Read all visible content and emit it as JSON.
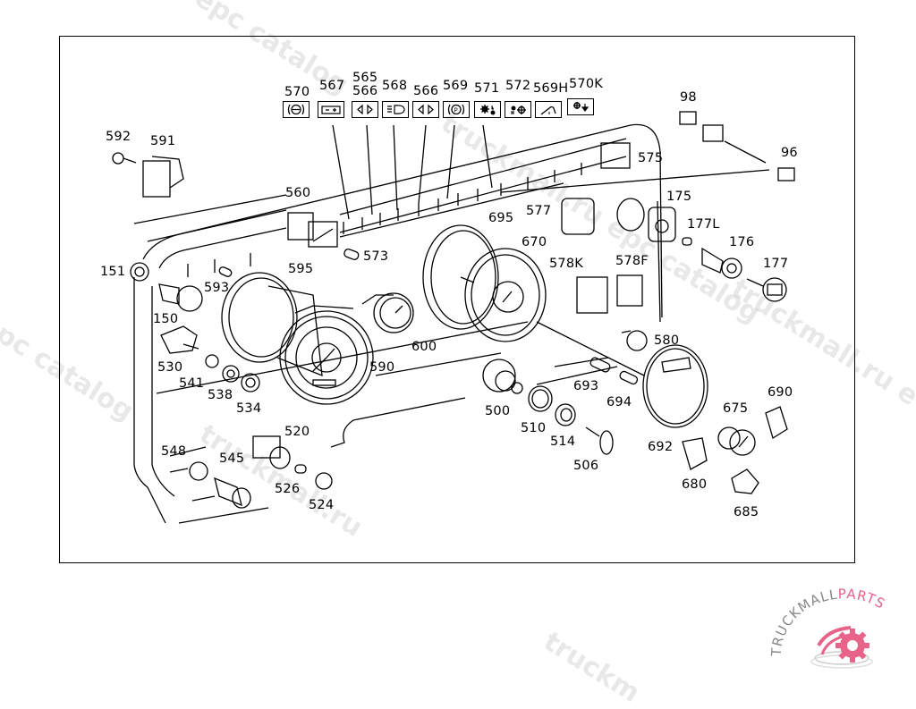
{
  "diagram": {
    "title": "Instrument panel exploded view",
    "symbol_row": [
      {
        "labels": [
          "570"
        ],
        "icon": "brake-circle-icon"
      },
      {
        "labels": [
          "567"
        ],
        "icon": "battery-icon"
      },
      {
        "labels": [
          "565",
          "566"
        ],
        "icon": "turn-signal-icon"
      },
      {
        "labels": [
          "568"
        ],
        "icon": "high-beam-icon"
      },
      {
        "labels": [
          "566"
        ],
        "icon": "turn-signal-icon"
      },
      {
        "labels": [
          "569"
        ],
        "icon": "parking-brake-icon"
      },
      {
        "labels": [
          "571"
        ],
        "icon": "gear-low-icon"
      },
      {
        "labels": [
          "572"
        ],
        "icon": "gear-high-icon"
      },
      {
        "labels": [
          "569H"
        ],
        "icon": "tilt-cab-icon"
      },
      {
        "labels": [
          "570K"
        ],
        "icon": "gear-down-icon"
      }
    ],
    "part_labels": {
      "p592": "592",
      "p591": "591",
      "p560": "560",
      "p151": "151",
      "p593": "593",
      "p595": "595",
      "p573": "573",
      "p150": "150",
      "p530": "530",
      "p541": "541",
      "p538": "538",
      "p534": "534",
      "p590": "590",
      "p600": "600",
      "p695": "695",
      "p670": "670",
      "p577": "577",
      "p578K": "578K",
      "p578F": "578F",
      "p175": "175",
      "p177L": "177L",
      "p176": "176",
      "p177": "177",
      "p575": "575",
      "p98": "98",
      "p96": "96",
      "p580": "580",
      "p500": "500",
      "p510": "510",
      "p514": "514",
      "p506": "506",
      "p693": "693",
      "p694": "694",
      "p692": "692",
      "p680": "680",
      "p675": "675",
      "p690": "690",
      "p685": "685",
      "p548": "548",
      "p545": "545",
      "p520": "520",
      "p526": "526",
      "p524": "524"
    }
  },
  "watermarks": [
    "epc catalog",
    "truckmall.ru epc catalog",
    "truckmall.ru",
    "epc catalog",
    "truckmall.ru e",
    "truckm"
  ],
  "logo": {
    "text_gray": "TRUCKMALL",
    "text_pink": "PARTS",
    "gray": "#888888",
    "pink": "#e8638a"
  }
}
